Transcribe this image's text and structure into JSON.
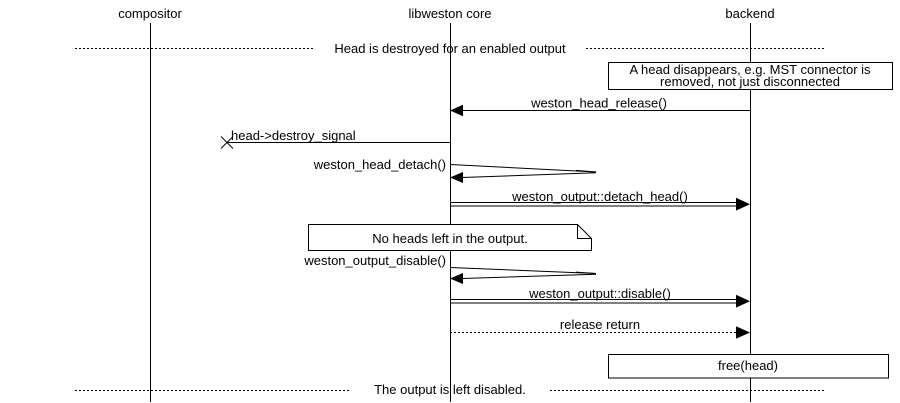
{
  "diagram_type": "sequence-diagram",
  "colors": {
    "ink": "#000000",
    "paper": "#ffffff"
  },
  "participants": [
    {
      "label": "compositor"
    },
    {
      "label": "libweston core"
    },
    {
      "label": "backend"
    }
  ],
  "dividers": [
    {
      "label": "Head is destroyed for an enabled output"
    },
    {
      "label": "The output is left disabled."
    }
  ],
  "notes": [
    {
      "kind": "box",
      "lines": [
        "A head disappears, e.g. MST connector is",
        "removed, not just disconnected"
      ]
    },
    {
      "kind": "note",
      "lines": [
        "No heads left in the output."
      ]
    },
    {
      "kind": "box",
      "lines": [
        "free(head)"
      ]
    }
  ],
  "messages": [
    {
      "label": "weston_head_release()",
      "from": "backend",
      "to": "libweston core",
      "kind": "call"
    },
    {
      "label": "head->destroy_signal",
      "from": "libweston core",
      "to": "lost",
      "kind": "lost-signal"
    },
    {
      "label": "weston_head_detach()",
      "from": "libweston core",
      "to": "libweston core",
      "kind": "self-call"
    },
    {
      "label": "weston_output::detach_head()",
      "from": "libweston core",
      "to": "backend",
      "kind": "call-double"
    },
    {
      "label": "weston_output_disable()",
      "from": "libweston core",
      "to": "libweston core",
      "kind": "self-call"
    },
    {
      "label": "weston_output::disable()",
      "from": "libweston core",
      "to": "backend",
      "kind": "call-double"
    },
    {
      "label": "release return",
      "from": "libweston core",
      "to": "backend",
      "kind": "dotted-return"
    }
  ]
}
